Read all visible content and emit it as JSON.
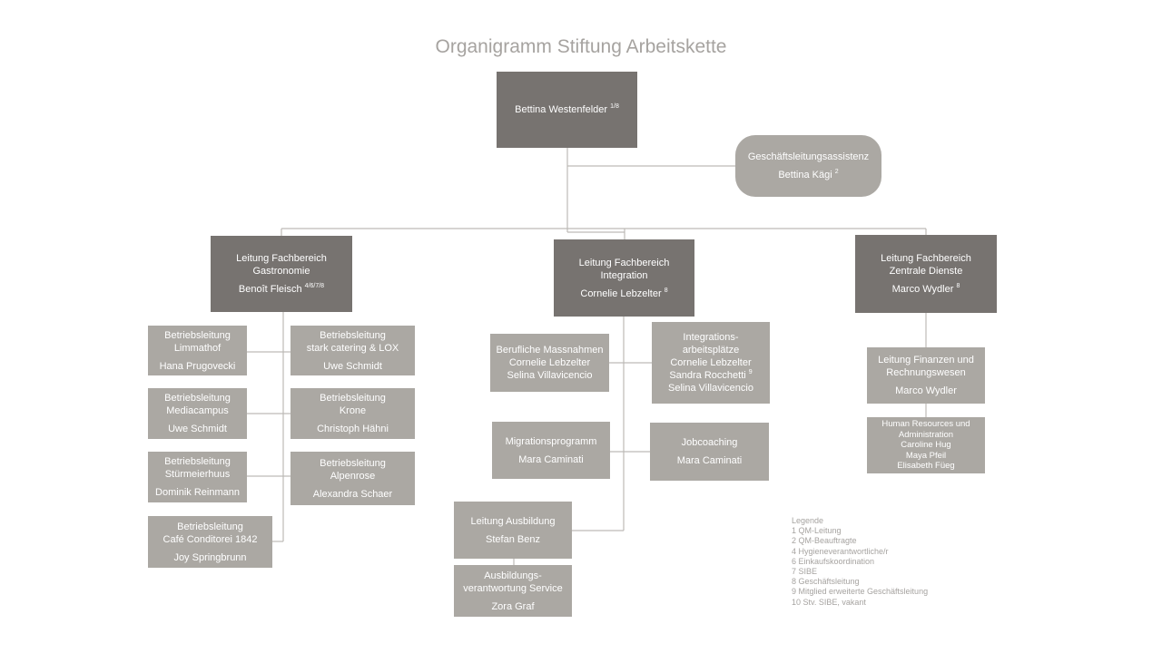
{
  "title": "Organigramm Stiftung Arbeitskette",
  "head": {
    "name": "Bettina Westenfelder",
    "sup": "1/8"
  },
  "assistant": {
    "role": "Geschäftsleitungsassistenz",
    "name": "Bettina Kägi",
    "sup": "2"
  },
  "divisions": {
    "gastro": {
      "role1": "Leitung Fachbereich",
      "role2": "Gastronomie",
      "name": "Benoît Fleisch",
      "sup": "4/6/7/8"
    },
    "integration": {
      "role1": "Leitung Fachbereich",
      "role2": "Integration",
      "name": "Cornelie Lebzelter",
      "sup": "8"
    },
    "zentral": {
      "role1": "Leitung Fachbereich",
      "role2": "Zentrale Dienste",
      "name": "Marco Wydler",
      "sup": "8"
    }
  },
  "gastro_units": {
    "limmathof": {
      "l1": "Betriebsleitung",
      "l2": "Limmathof",
      "name": "Hana Prugovecki"
    },
    "stark": {
      "l1": "Betriebsleitung",
      "l2": "stark catering & LOX",
      "name": "Uwe Schmidt"
    },
    "mediacampus": {
      "l1": "Betriebsleitung",
      "l2": "Mediacampus",
      "name": "Uwe Schmidt"
    },
    "krone": {
      "l1": "Betriebsleitung",
      "l2": "Krone",
      "name": "Christoph Hähni"
    },
    "stuermeierhuus": {
      "l1": "Betriebsleitung",
      "l2": "Stürmeierhuus",
      "name": "Dominik Reinmann"
    },
    "alpenrose": {
      "l1": "Betriebsleitung",
      "l2": "Alpenrose",
      "name": "Alexandra Schaer"
    },
    "cafe": {
      "l1": "Betriebsleitung",
      "l2": "Café Conditorei 1842",
      "name": "Joy Springbrunn"
    }
  },
  "integration_units": {
    "berufliche": {
      "l1": "Berufliche Massnahmen",
      "l2": "Cornelie Lebzelter",
      "l3": "Selina Villavicencio"
    },
    "arbeitsplaetze": {
      "l1": "Integrations-",
      "l2": "arbeitsplätze",
      "l3": "Cornelie Lebzelter",
      "l4": "Sandra Rocchetti",
      "l4sup": "9",
      "l5": "Selina Villavicencio"
    },
    "migration": {
      "l1": "Migrationsprogramm",
      "name": "Mara Caminati"
    },
    "jobcoaching": {
      "l1": "Jobcoaching",
      "name": "Mara Caminati"
    },
    "ausbildung": {
      "l1": "Leitung Ausbildung",
      "name": "Stefan Benz"
    },
    "ausbildung_service": {
      "l1": "Ausbildungs-",
      "l2": "verantwortung Service",
      "name": "Zora Graf"
    }
  },
  "zentral_units": {
    "finanzen": {
      "l1": "Leitung Finanzen und",
      "l2": "Rechnungswesen",
      "name": "Marco Wydler"
    },
    "hr": {
      "l1": "Human Resources und",
      "l2": "Administration",
      "l3": "Caroline Hug",
      "l4": "Maya Pfeil",
      "l5": "Elisabeth Füeg"
    }
  },
  "legend": {
    "title": "Legende",
    "items": [
      "1 QM-Leitung",
      "2 QM-Beauftragte",
      "4 Hygieneverantwortliche/r",
      "6 Einkaufskoordination",
      "7 SIBE",
      "8 Geschäftsleitung",
      "9  Mitglied erweiterte Geschäftsleitung",
      "10 Stv. SIBE, vakant"
    ]
  }
}
